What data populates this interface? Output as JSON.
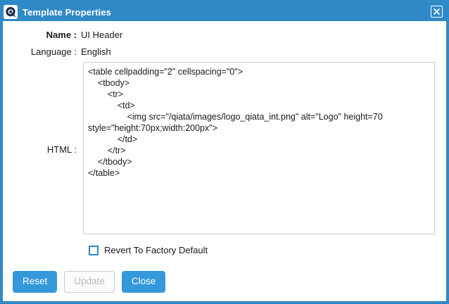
{
  "window": {
    "title": "Template Properties",
    "app_icon": "qiata-logo-icon",
    "close_icon": "close-icon",
    "accent_color": "#3089c7",
    "primary_button_color": "#3498db"
  },
  "form": {
    "name": {
      "label": "Name :",
      "value": "UI Header"
    },
    "language": {
      "label": "Language :",
      "value": "English"
    },
    "html": {
      "label": "HTML :",
      "value": "<table cellpadding=\"2\" cellspacing=\"0\">\n    <tbody>\n        <tr>\n            <td>\n                <img src=\"/qiata/images/logo_qiata_int.png\" alt=\"Logo\" height=70 style=\"height:70px;width:200px\">\n            </td>\n        </tr>\n    </tbody>\n</table>"
    },
    "revert_checkbox": {
      "label": "Revert To Factory Default",
      "checked": false
    }
  },
  "buttons": {
    "reset": "Reset",
    "update": "Update",
    "close": "Close"
  }
}
